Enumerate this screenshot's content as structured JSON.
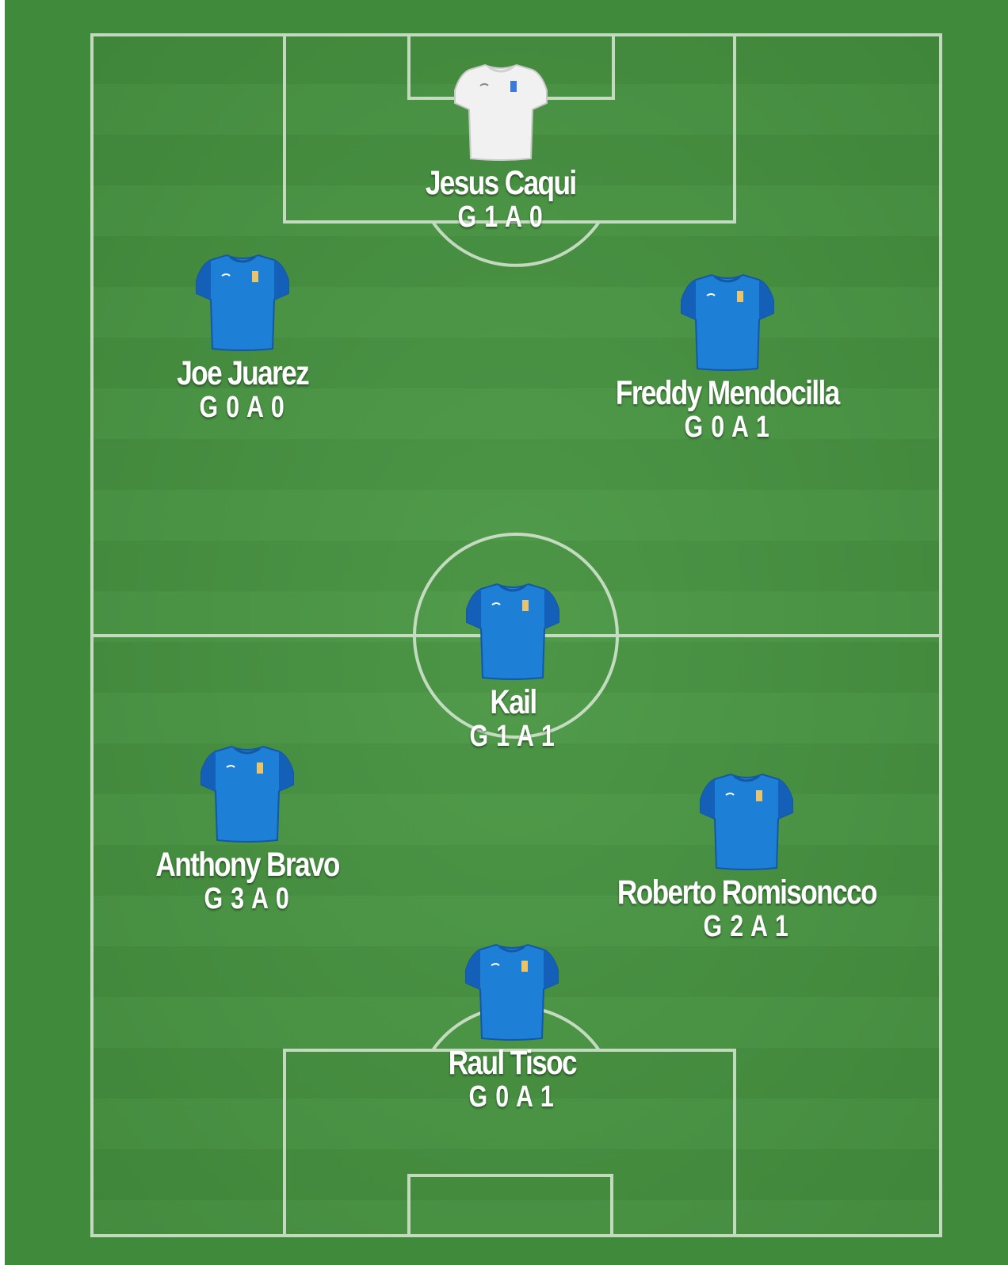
{
  "formation": {
    "pitch_color": "#45913f",
    "frame_color": "#3f8b3b",
    "line_color": "#d9e8d5"
  },
  "players": [
    {
      "name": "Jesus Caqui",
      "stats": "G 1 A 0",
      "kit": "white-shirt-icon"
    },
    {
      "name": "Joe Juarez",
      "stats": "G 0 A 0",
      "kit": "blue-shirt-icon"
    },
    {
      "name": "Freddy Mendocilla",
      "stats": "G 0 A 1",
      "kit": "blue-shirt-icon"
    },
    {
      "name": "Kail",
      "stats": "G 1 A 1",
      "kit": "blue-shirt-icon"
    },
    {
      "name": "Anthony Bravo",
      "stats": "G 3 A 0",
      "kit": "blue-shirt-icon"
    },
    {
      "name": "Roberto Romisoncco",
      "stats": "G 2 A 1",
      "kit": "blue-shirt-icon"
    },
    {
      "name": "Raul Tisoc",
      "stats": "G 0 A 1",
      "kit": "blue-shirt-icon"
    }
  ]
}
